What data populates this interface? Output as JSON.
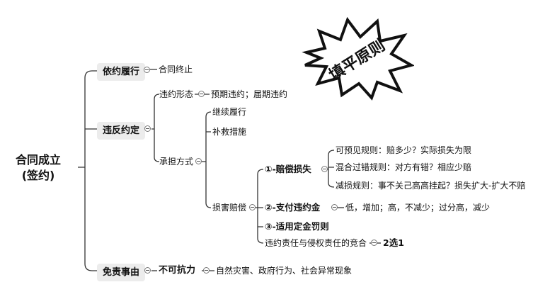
{
  "root": {
    "line1": "合同成立",
    "line2": "(签约)"
  },
  "branches": {
    "perform": {
      "label": "依约履行",
      "child": "合同终止"
    },
    "breach": {
      "label": "违反约定",
      "form": {
        "label": "违约形态",
        "child": "预期违约；届期违约"
      },
      "liability": {
        "label": "承担方式",
        "continue": "继续履行",
        "remedy": "补救措施",
        "damages": {
          "label": "损害赔偿",
          "item1": {
            "label": "①-赔偿损失",
            "rule1": "可预见规则：赔多少？实际损失为限",
            "rule2": "混合过错规则：对方有错？相应少赔",
            "rule3": "减损规则：事不关己高高挂起？损失扩大-扩大不赔"
          },
          "item2": {
            "label": "②-支付违约金",
            "child": "低，增加；高，不减少；过分高，减少"
          },
          "item3": {
            "label": "③-适用定金罚则"
          },
          "item4": {
            "label": "违约责任与侵权责任的竞合",
            "child": "2选1"
          }
        }
      }
    },
    "exempt": {
      "label": "免责事由",
      "force": {
        "label": "不可抗力",
        "child": "自然灾害、政府行为、社会异常现象"
      }
    }
  },
  "stamp": {
    "text": "填平原则"
  }
}
